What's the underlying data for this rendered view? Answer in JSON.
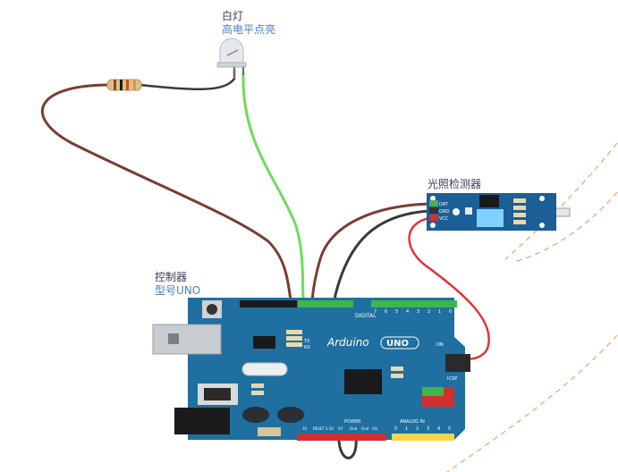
{
  "led": {
    "title": "白灯",
    "subtitle": "高电平点亮"
  },
  "controller": {
    "title": "控制器",
    "subtitle": "型号UNO"
  },
  "sensor": {
    "title": "光照检测器",
    "pins": [
      "DAT",
      "GND",
      "VCC"
    ]
  },
  "arduino": {
    "brand": "Arduino",
    "model": "UNO",
    "on_label": "ON",
    "digital_label": "DIGITAL",
    "power_label": "POWER",
    "analog_label": "ANALOG IN",
    "icsp_label": "ICSP",
    "tx_label": "TX",
    "rx_label": "RX",
    "power_pins": [
      "3V",
      "RESET",
      "3.3V",
      "5V",
      "Gnd",
      "Gnd",
      "Vin"
    ],
    "analog_pins": [
      "0",
      "1",
      "2",
      "3",
      "4",
      "5"
    ],
    "digital_pins": [
      "7",
      "6",
      "5",
      "4",
      "3",
      "2",
      "1",
      "0"
    ]
  },
  "colors": {
    "board": "#1f6fa0",
    "sensor_board": "#1b5f96",
    "wire_brown": "#7a3d33",
    "wire_green": "#6fdc5a",
    "wire_dark": "#3b3b3b",
    "wire_red": "#e0343a",
    "dashed_orange": "#e8a070"
  }
}
